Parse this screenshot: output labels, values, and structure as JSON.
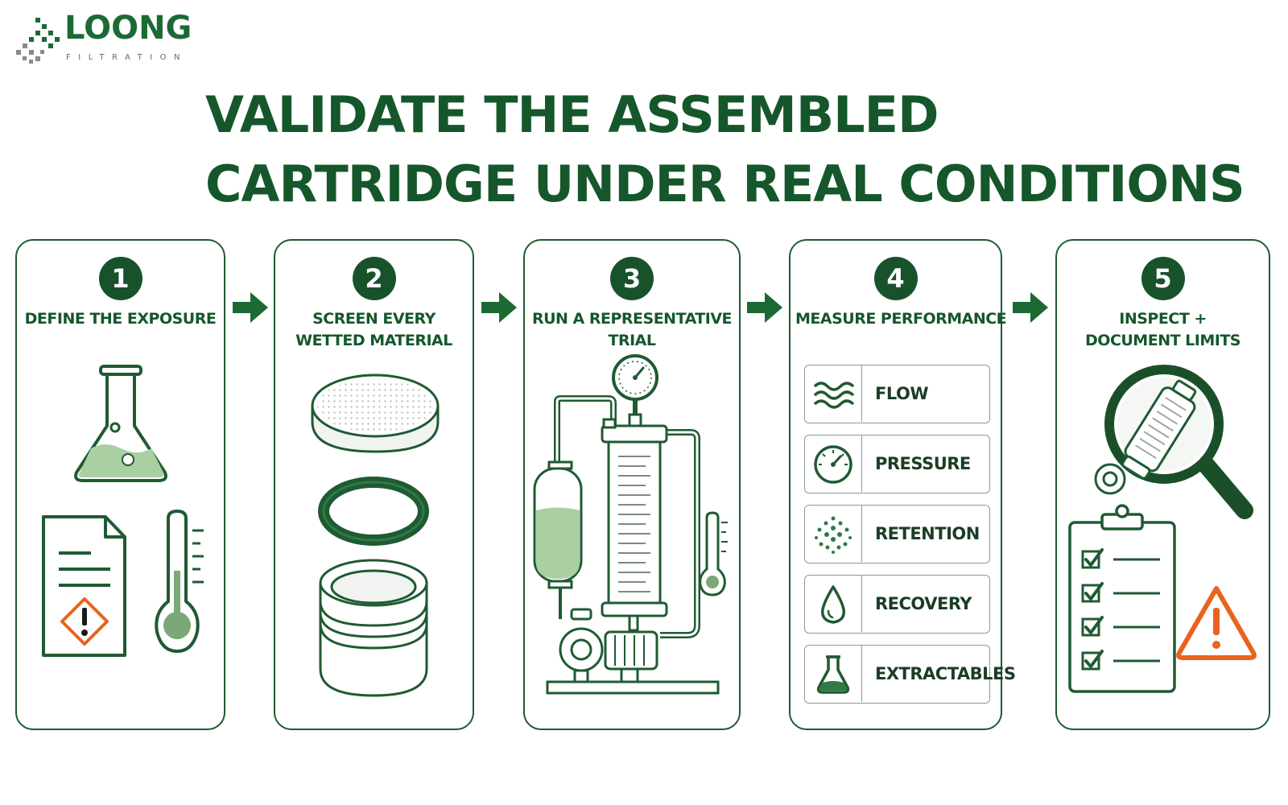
{
  "brand": {
    "name": "LOONG",
    "tagline": "FILTRATION",
    "color": "#1b6a34"
  },
  "headline": {
    "line1": "VALIDATE THE ASSEMBLED",
    "line2": "CARTRIDGE UNDER REAL CONDITIONS"
  },
  "colors": {
    "primary": "#15572b",
    "light_fill": "#a9cfa3",
    "warning": "#e8641e"
  },
  "steps": [
    {
      "number": "1",
      "title_line1": "DEFINE THE EXPOSURE",
      "title_line2": "",
      "icons": [
        "flask-icon",
        "sds-document-icon",
        "hazard-icon",
        "thermometer-icon"
      ]
    },
    {
      "number": "2",
      "title_line1": "SCREEN EVERY",
      "title_line2": "WETTED MATERIAL",
      "icons": [
        "membrane-disc-icon",
        "o-ring-icon",
        "end-cap-icon"
      ]
    },
    {
      "number": "3",
      "title_line1": "RUN A REPRESENTATIVE",
      "title_line2": "TRIAL",
      "icons": [
        "test-rig-icon",
        "pressure-gauge-icon",
        "pump-icon",
        "thermometer-icon"
      ]
    },
    {
      "number": "4",
      "title_line1": "MEASURE PERFORMANCE",
      "title_line2": "",
      "icons": []
    },
    {
      "number": "5",
      "title_line1": "INSPECT +",
      "title_line2": "DOCUMENT LIMITS",
      "icons": [
        "magnifier-icon",
        "checklist-icon",
        "warning-icon"
      ]
    }
  ],
  "metrics": [
    {
      "label": "FLOW",
      "icon": "waves-icon"
    },
    {
      "label": "PRESSURE",
      "icon": "gauge-icon"
    },
    {
      "label": "RETENTION",
      "icon": "particles-icon"
    },
    {
      "label": "RECOVERY",
      "icon": "droplet-icon"
    },
    {
      "label": "EXTRACTABLES",
      "icon": "flask-icon"
    }
  ]
}
